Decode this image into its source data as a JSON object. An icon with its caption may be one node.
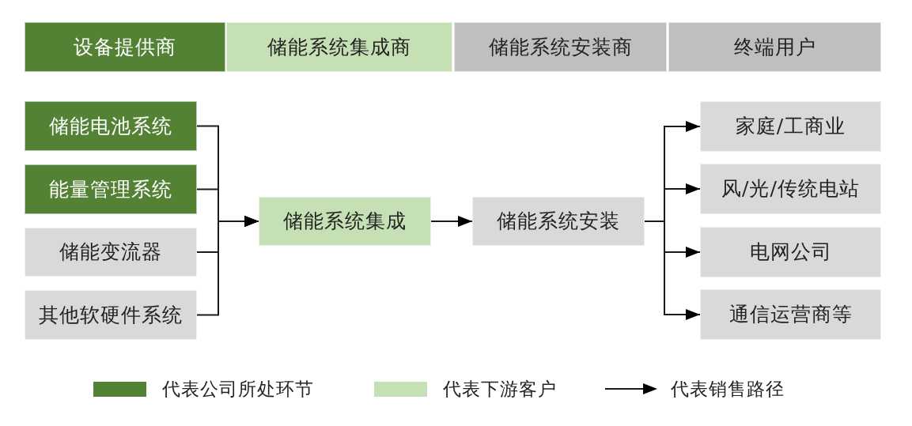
{
  "diagram": {
    "nodes": [
      {
        "text": [
          "设备提供商"
        ]
      },
      {
        "text": [
          "储能系统集成商"
        ]
      },
      {
        "text": [
          "储能系统安装商"
        ]
      },
      {
        "text": [
          "终端用户"
        ]
      },
      {
        "text": [
          "储能电池系统"
        ]
      },
      {
        "text": [
          "能量管理系统"
        ]
      },
      {
        "text": [
          "储能变流器"
        ]
      },
      {
        "text": [
          "其他软硬件系统"
        ]
      },
      {
        "text": [
          "储能系统集成"
        ]
      },
      {
        "text": [
          "储能系统安装"
        ]
      },
      {
        "text": [
          "家庭/工商业"
        ]
      },
      {
        "text": [
          "风/光/传统电站"
        ]
      },
      {
        "text": [
          "电网公司"
        ]
      },
      {
        "text": [
          "通信运营商等"
        ]
      }
    ],
    "edges": [
      {
        "from": 4,
        "to": 8,
        "arrow": "to"
      },
      {
        "from": 5,
        "to": 8,
        "arrow": "to"
      },
      {
        "from": 6,
        "to": 8,
        "arrow": "to"
      },
      {
        "from": 7,
        "to": 8,
        "arrow": "to"
      },
      {
        "from": 8,
        "to": 9,
        "arrow": "to"
      },
      {
        "from": 9,
        "to": 10,
        "arrow": "to"
      },
      {
        "from": 9,
        "to": 11,
        "arrow": "to"
      },
      {
        "from": 9,
        "to": 12,
        "arrow": "to"
      },
      {
        "from": 9,
        "to": 13,
        "arrow": "to"
      }
    ],
    "legend": [
      {
        "text": "代表公司所处环节",
        "color": "#548235"
      },
      {
        "text": "代表下游客户",
        "color": "#c5e0b4"
      },
      {
        "text": "代表销售路径"
      }
    ]
  }
}
